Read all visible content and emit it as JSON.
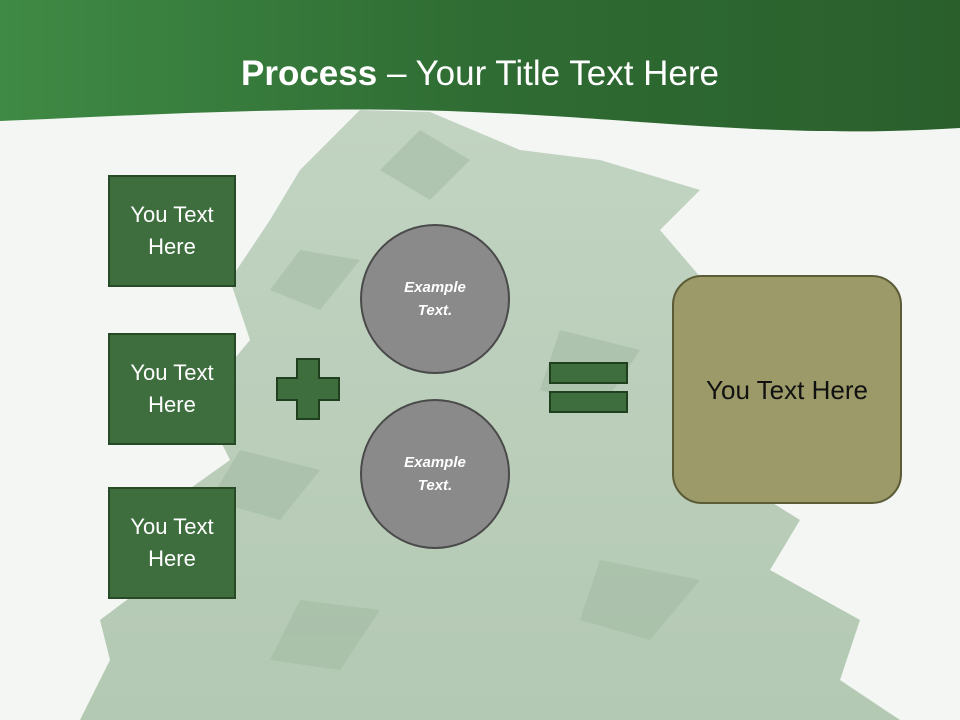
{
  "slide": {
    "title_bold": "Process",
    "title_rest": " – Your Title Text Here"
  },
  "inputs": [
    "You Text Here",
    "You Text Here",
    "You Text Here"
  ],
  "circles": [
    "Example Text.",
    "Example Text."
  ],
  "result": "You Text Here",
  "colors": {
    "header_green": "#3b7a3b",
    "box_green": "#3e6e3e",
    "circle_gray": "#8a8a8a",
    "result_olive": "#9b9a68"
  }
}
